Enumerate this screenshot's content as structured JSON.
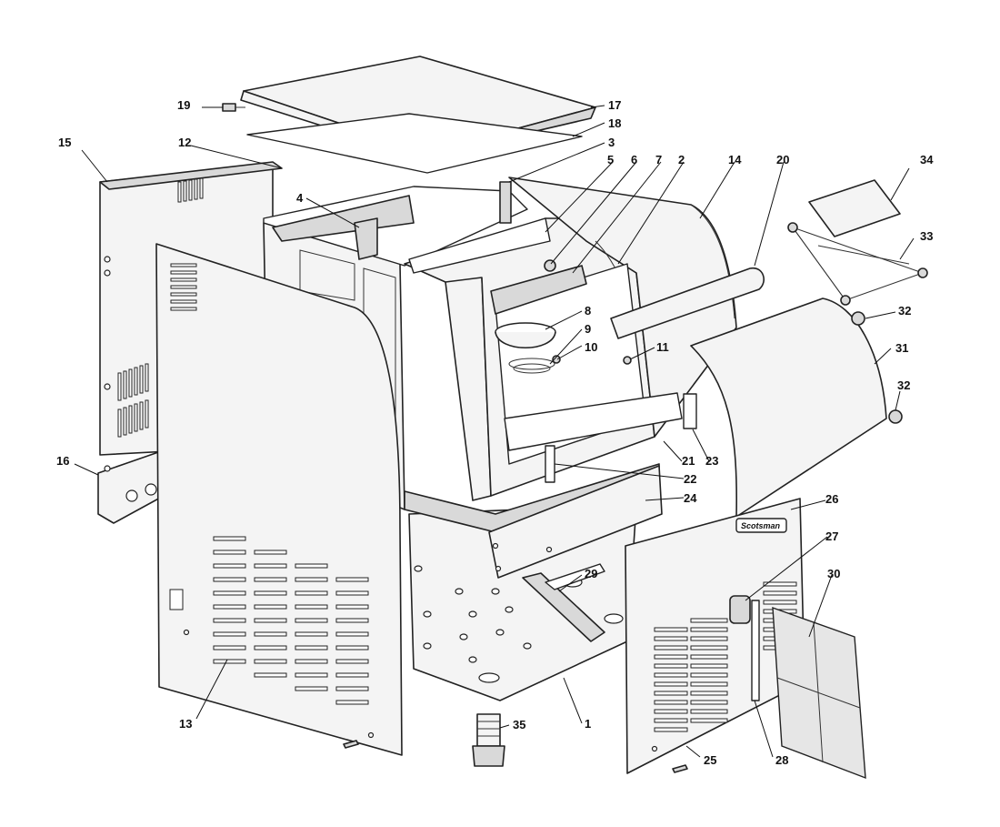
{
  "brand_label": "Scotsman",
  "callouts": [
    {
      "id": "1",
      "text": "1"
    },
    {
      "id": "2",
      "text": "2"
    },
    {
      "id": "3",
      "text": "3"
    },
    {
      "id": "4",
      "text": "4"
    },
    {
      "id": "5",
      "text": "5"
    },
    {
      "id": "6",
      "text": "6"
    },
    {
      "id": "7",
      "text": "7"
    },
    {
      "id": "8",
      "text": "8"
    },
    {
      "id": "9",
      "text": "9"
    },
    {
      "id": "10",
      "text": "10"
    },
    {
      "id": "11",
      "text": "11"
    },
    {
      "id": "12",
      "text": "12"
    },
    {
      "id": "13",
      "text": "13"
    },
    {
      "id": "14",
      "text": "14"
    },
    {
      "id": "15",
      "text": "15"
    },
    {
      "id": "16",
      "text": "16"
    },
    {
      "id": "17",
      "text": "17"
    },
    {
      "id": "18",
      "text": "18"
    },
    {
      "id": "19",
      "text": "19"
    },
    {
      "id": "20",
      "text": "20"
    },
    {
      "id": "21",
      "text": "21"
    },
    {
      "id": "22",
      "text": "22"
    },
    {
      "id": "23",
      "text": "23"
    },
    {
      "id": "24",
      "text": "24"
    },
    {
      "id": "25",
      "text": "25"
    },
    {
      "id": "26",
      "text": "26"
    },
    {
      "id": "27",
      "text": "27"
    },
    {
      "id": "28",
      "text": "28"
    },
    {
      "id": "29",
      "text": "29"
    },
    {
      "id": "30",
      "text": "30"
    },
    {
      "id": "31",
      "text": "31"
    },
    {
      "id": "32a",
      "text": "32"
    },
    {
      "id": "32b",
      "text": "32"
    },
    {
      "id": "33",
      "text": "33"
    },
    {
      "id": "34",
      "text": "34"
    },
    {
      "id": "35",
      "text": "35"
    }
  ]
}
